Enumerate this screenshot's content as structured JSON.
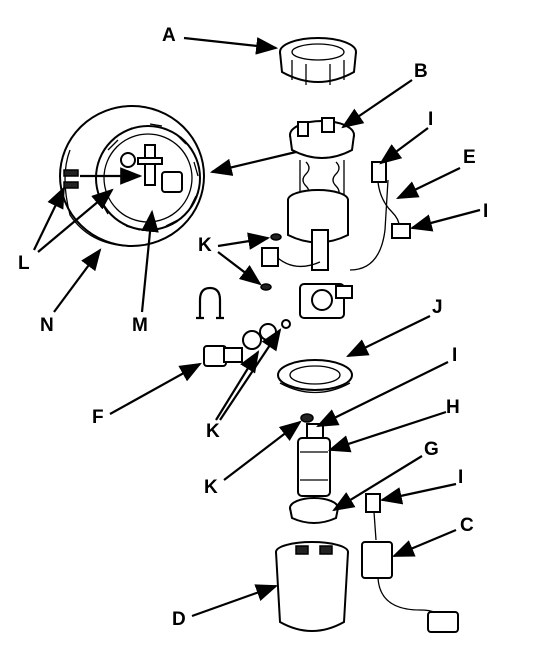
{
  "labels": {
    "A": "A",
    "B": "B",
    "I1": "I",
    "E": "E",
    "I2": "I",
    "K1": "K",
    "L": "L",
    "M": "M",
    "N": "N",
    "J": "J",
    "F": "F",
    "K2": "K",
    "I3": "I",
    "H": "H",
    "K3": "K",
    "G": "G",
    "I4": "I",
    "C": "C",
    "D": "D"
  }
}
